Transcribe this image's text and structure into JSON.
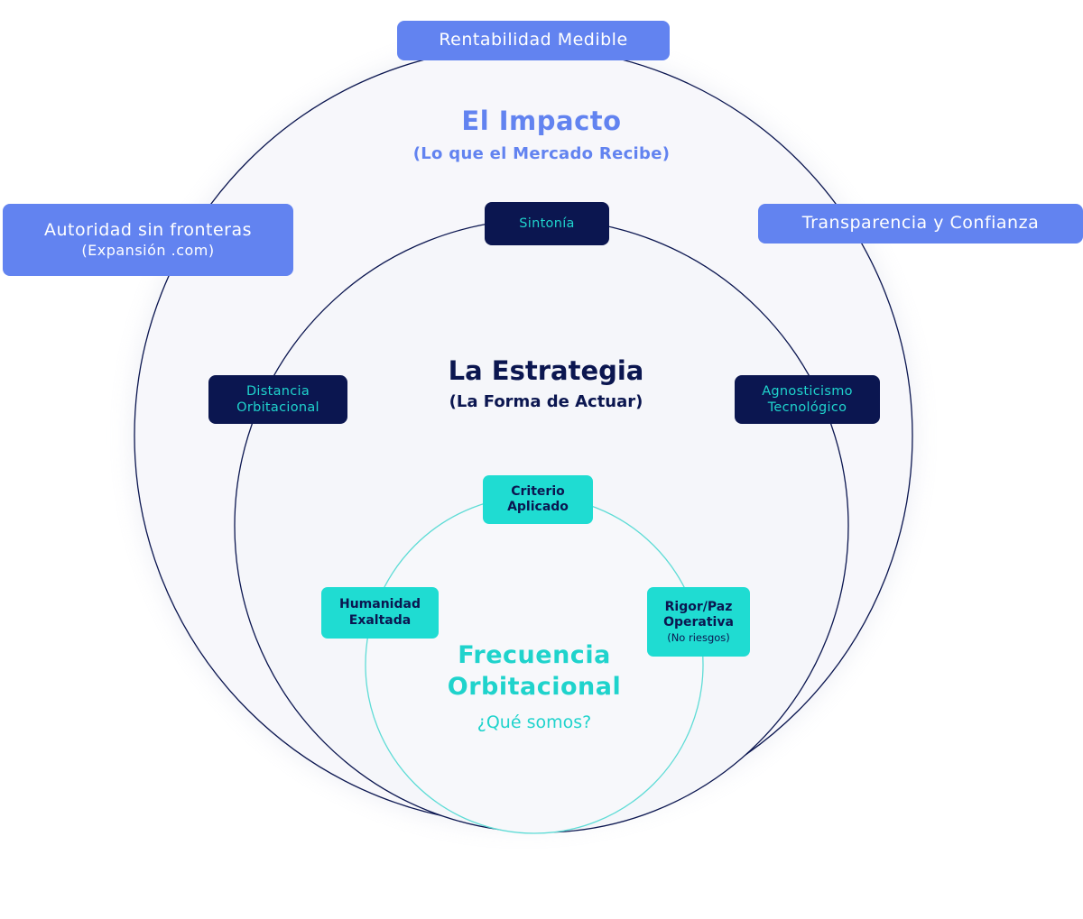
{
  "impact": {
    "title": "El Impacto",
    "subtitle": "(Lo que el Mercado Recibe)",
    "top_label": "Rentabilidad Medible",
    "left_label": "Autoridad sin fronteras",
    "left_sublabel": "(Expansión .com)",
    "right_label": "Transparencia y Confianza"
  },
  "strategy": {
    "title": "La Estrategia",
    "subtitle": "(La Forma de Actuar)",
    "top_label": "Sintonía",
    "left_label_line1": "Distancia",
    "left_label_line2": "Orbitacional",
    "right_label_line1": "Agnosticismo",
    "right_label_line2": "Tecnológico"
  },
  "core": {
    "title_line1": "Frecuencia",
    "title_line2": "Orbitacional",
    "question": "¿Qué somos?",
    "top_label_line1": "Criterio",
    "top_label_line2": "Aplicado",
    "left_label_line1": "Humanidad",
    "left_label_line2": "Exaltada",
    "right_label_line1": "Rigor/Paz",
    "right_label_line2": "Operativa",
    "right_label_line3": "(No riesgos)"
  },
  "colors": {
    "outer_accent": "#6283f0",
    "strategy_accent": "#0b1650",
    "core_accent": "#1fd3cc",
    "circle_fill": "#f6f7fb"
  }
}
